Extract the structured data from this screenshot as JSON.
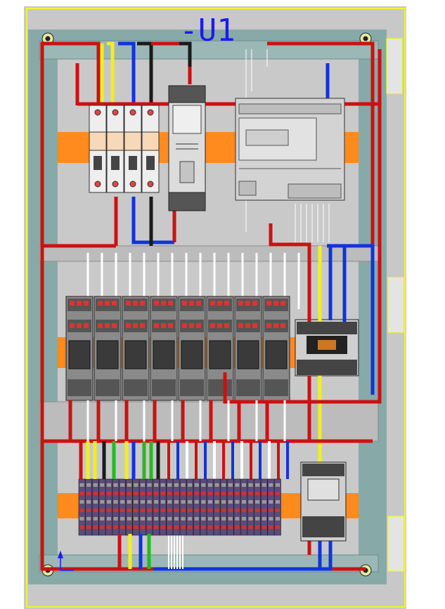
{
  "cabinet": {
    "label": "-U1",
    "colors": {
      "frame": "#c8c8c8",
      "outline": "#ffff00",
      "backplate": "#87aaa8",
      "mount_area": "#c9c9c9",
      "din_rail": "#ff8a1e",
      "label": "#1a1aff",
      "wire_red": "#cc1111",
      "wire_blue": "#1133dd",
      "wire_black": "#1a1a1a",
      "wire_yellow": "#f2ee1e",
      "wire_green": "#22bb22",
      "wire_white": "#ffffff"
    }
  },
  "components": {
    "breaker_poles": 4,
    "relay_count": 8,
    "contactor_count": 2,
    "terminal_count": 30
  }
}
